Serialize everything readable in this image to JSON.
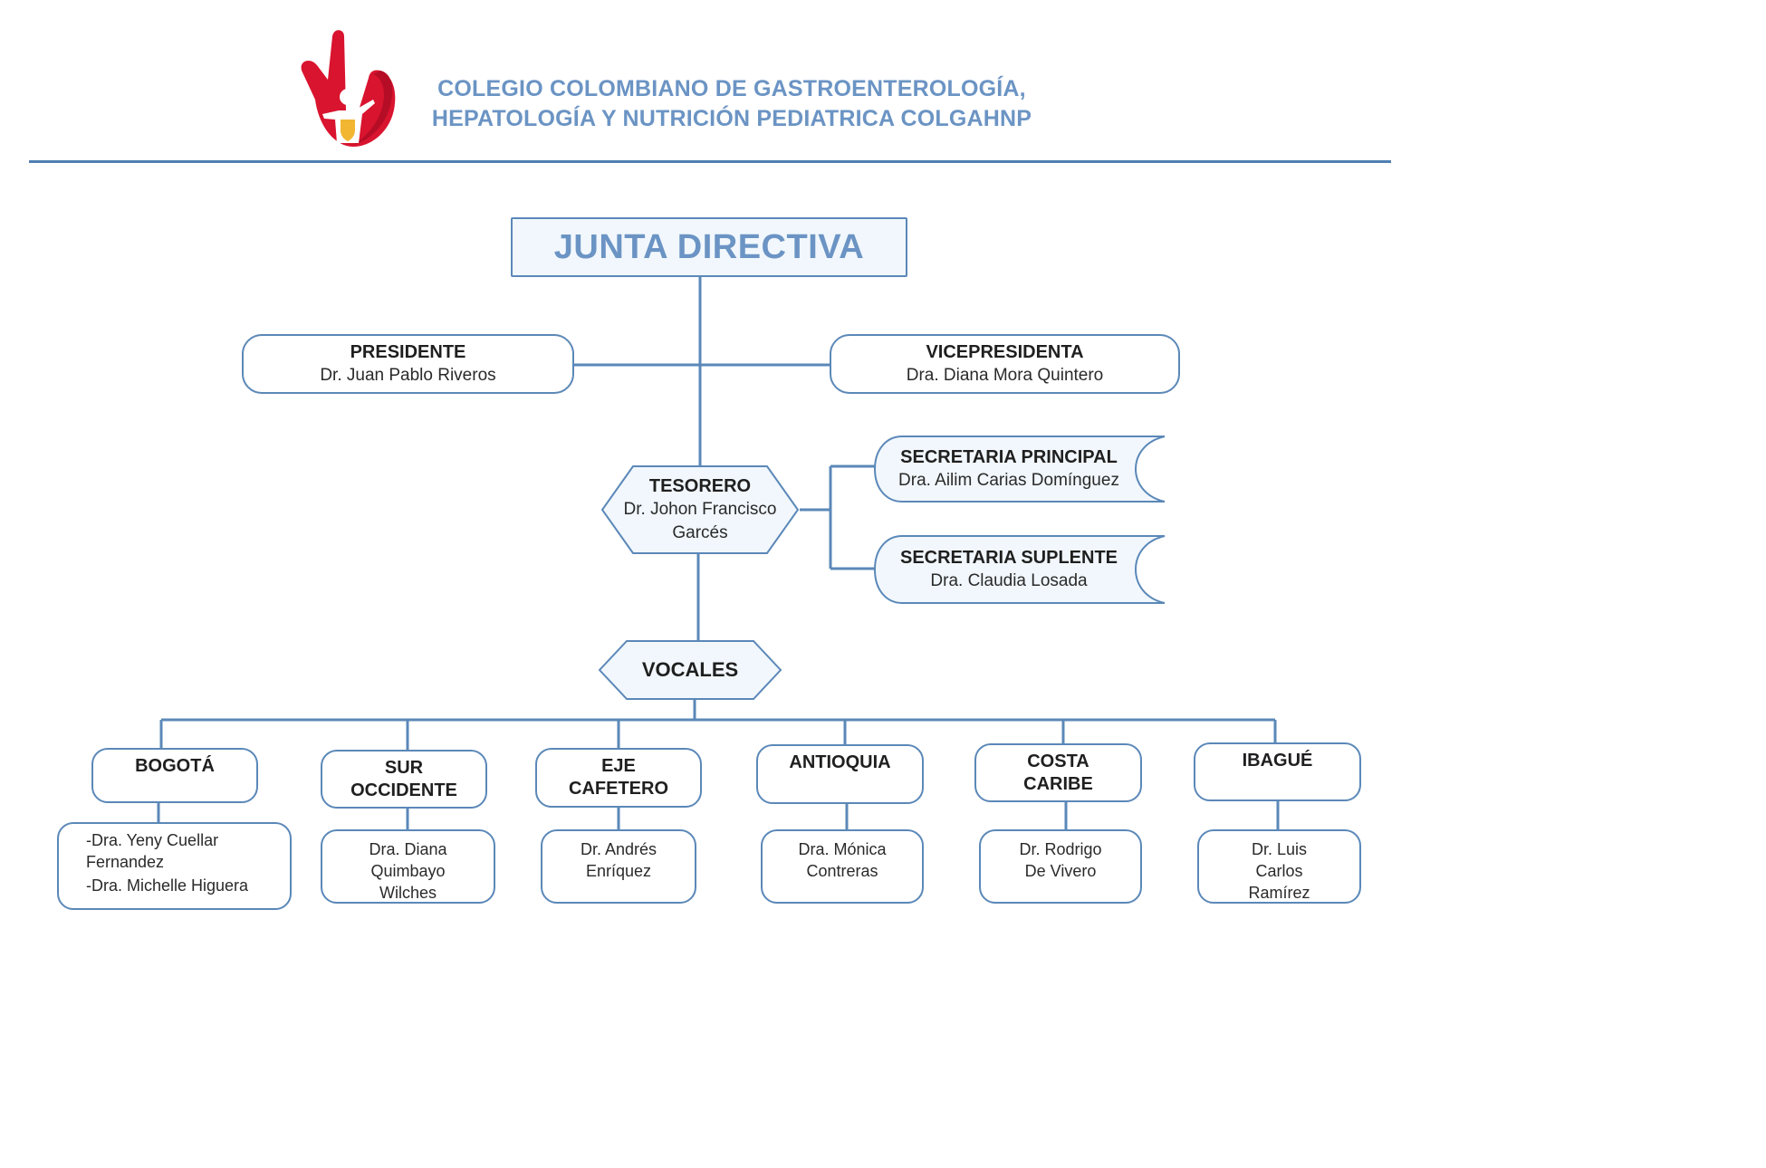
{
  "header": {
    "org_name_line1": "COLEGIO COLOMBIANO DE GASTROENTEROLOGÍA,",
    "org_name_line2": "HEPATOLOGÍA Y NUTRICIÓN PEDIATRICA COLGAHNP",
    "logo_icon": "red-hand-child-logo-icon"
  },
  "colors": {
    "accent": "#6b94c4",
    "line": "#5b88b8",
    "logo_red": "#d9142f",
    "logo_shield": "#f2b632",
    "box_fill": "#f1f7fc"
  },
  "chart": {
    "title": "JUNTA DIRECTIVA",
    "presidente": {
      "role": "PRESIDENTE",
      "name": "Dr. Juan Pablo Riveros"
    },
    "vicepresidenta": {
      "role": "VICEPRESIDENTA",
      "name": "Dra. Diana Mora Quintero"
    },
    "tesorero": {
      "role": "TESORERO",
      "name_line1": "Dr. Johon Francisco",
      "name_line2": "Garcés"
    },
    "secretaria_principal": {
      "role": "SECRETARIA PRINCIPAL",
      "name": "Dra. Ailim Carias Domínguez"
    },
    "secretaria_suplente": {
      "role": "SECRETARIA SUPLENTE",
      "name": "Dra. Claudia Losada"
    },
    "vocales": {
      "label": "VOCALES"
    },
    "regions": [
      {
        "name_line1": "BOGOTÁ",
        "name_line2": "",
        "members": [
          "-Dra. Yeny Cuellar",
          "Fernandez",
          "-Dra. Michelle Higuera"
        ]
      },
      {
        "name_line1": "SUR",
        "name_line2": "OCCIDENTE",
        "members": [
          "Dra. Diana",
          "Quimbayo",
          "Wilches"
        ]
      },
      {
        "name_line1": "EJE",
        "name_line2": "CAFETERO",
        "members": [
          "Dr. Andrés",
          "Enríquez"
        ]
      },
      {
        "name_line1": "ANTIOQUIA",
        "name_line2": "",
        "members": [
          "Dra. Mónica",
          "Contreras"
        ]
      },
      {
        "name_line1": "COSTA",
        "name_line2": "CARIBE",
        "members": [
          "Dr. Rodrigo",
          "De Vivero"
        ]
      },
      {
        "name_line1": "IBAGUÉ",
        "name_line2": "",
        "members": [
          "Dr. Luis",
          "Carlos",
          "Ramírez"
        ]
      }
    ]
  }
}
